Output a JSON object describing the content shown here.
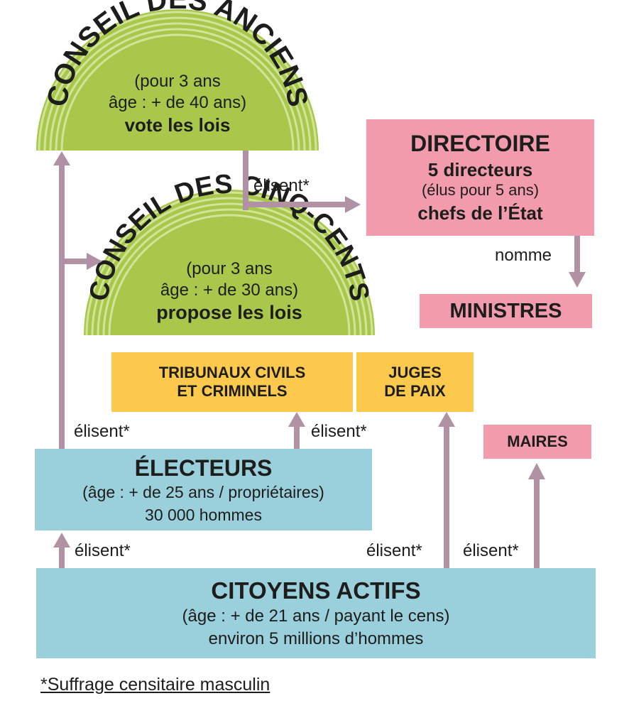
{
  "colors": {
    "arrow": "#b192a5",
    "dome": "#a9c84b",
    "dome_stripe": "#d1e59a",
    "directoire": "#f19bac",
    "tribunaux": "#fdc94c",
    "electeurs": "#9acfdc"
  },
  "anciens": {
    "title": "CONSEIL DES ANCIENS",
    "line1": "(pour 3 ans",
    "line2": "âge : + de 40 ans)",
    "role": "vote les lois"
  },
  "cinq_cents": {
    "title": "CONSEIL DES CINQ-CENTS",
    "line1": "(pour 3 ans",
    "line2": "âge : + de 30 ans)",
    "role": "propose les lois"
  },
  "directoire": {
    "title": "DIRECTOIRE",
    "members": "5 directeurs",
    "term": "(élus pour 5 ans)",
    "role": "chefs de l’État"
  },
  "ministres": "MINISTRES",
  "tribunaux": {
    "line1": "TRIBUNAUX CIVILS",
    "line2": "ET CRIMINELS"
  },
  "juges": {
    "line1": "JUGES",
    "line2": "DE PAIX"
  },
  "maires": "MAIRES",
  "electeurs": {
    "title": "ÉLECTEURS",
    "line1": "(âge : + de 25 ans / propriétaires)",
    "line2": "30 000 hommes"
  },
  "citoyens": {
    "title": "CITOYENS ACTIFS",
    "line1": "(âge : + de 21 ans / payant le cens)",
    "line2": "environ 5 millions d’hommes"
  },
  "labels": {
    "elisent_conseils": "élisent*",
    "nomme": "nomme",
    "elisent_electeurs_conseils": "élisent*",
    "elisent_tribunaux": "élisent*",
    "elisent_citoyens": "élisent*",
    "elisent_juges": "élisent*",
    "elisent_maires": "élisent*"
  },
  "footnote": "*Suffrage censitaire masculin"
}
